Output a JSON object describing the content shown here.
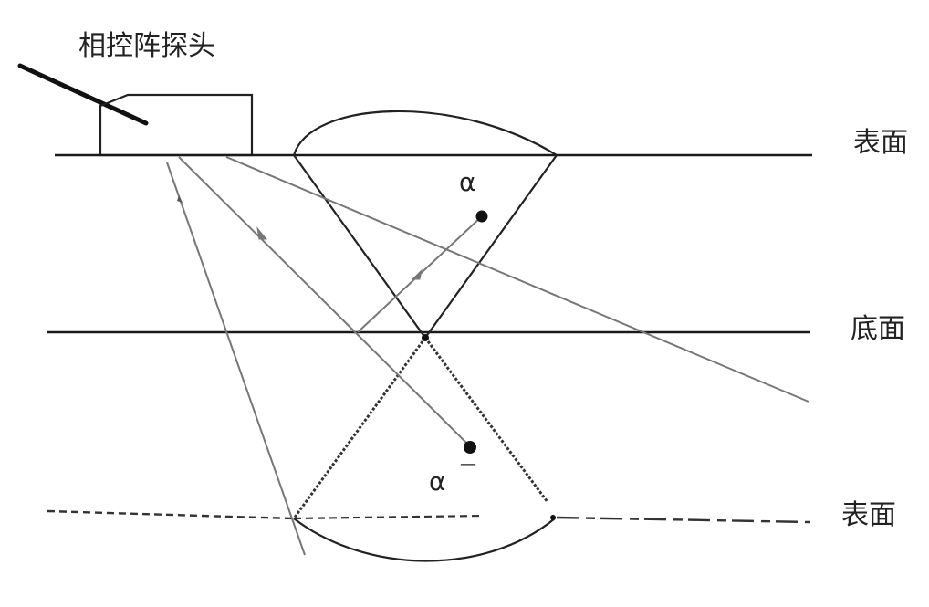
{
  "labels": {
    "probe": "相控阵探头",
    "top_surface": "表面",
    "bottom_surface": "底面",
    "mirrored_surface": "表面",
    "alpha_real": "α",
    "alpha_image": "α",
    "alpha_image_mark": "—"
  },
  "colors": {
    "line": "#1a1a1a",
    "ray": "#777777",
    "background": "#ffffff"
  }
}
